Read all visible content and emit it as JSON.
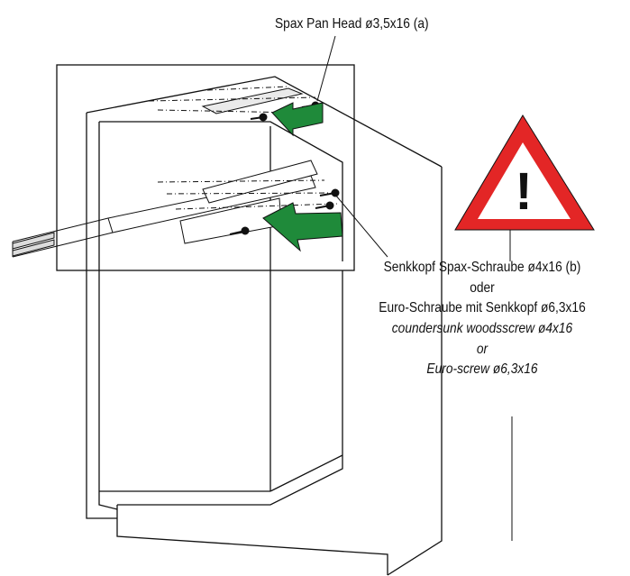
{
  "labels": {
    "top_screw": "Spax Pan Head ø3,5x16 (a)",
    "b_line1": "Senkkopf Spax-Schraube ø4x16 (b)",
    "b_line2": "oder",
    "b_line3": "Euro-Schraube mit Senkkopf ø6,3x16",
    "b_line4": "coundersunk woodsscrew ø4x16",
    "b_line5": "or",
    "b_line6": "Euro-screw ø6,3x16"
  },
  "warning_symbol": "!",
  "colors": {
    "line": "#111111",
    "arrow_green": "#1f8a3a",
    "warning_red": "#e32626"
  },
  "icons": [
    "warning-triangle-icon",
    "arrow-right-icon",
    "screw-icon"
  ]
}
